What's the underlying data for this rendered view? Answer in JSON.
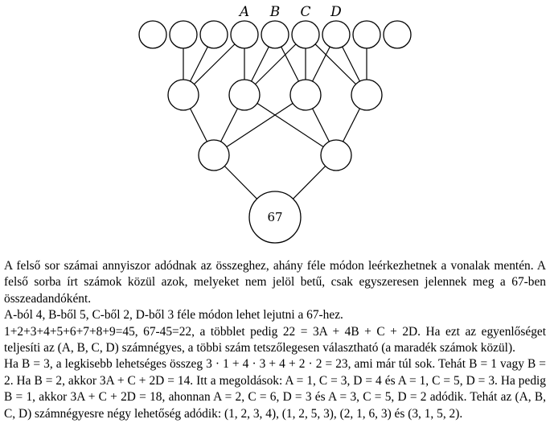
{
  "diagram": {
    "top_labels": [
      "A",
      "B",
      "C",
      "D"
    ],
    "root_value": "67"
  },
  "text": {
    "intro": "A felső sor számai annyiszor adódnak az összeghez, ahány féle módon leérkezhetnek a vonalak mentén. A felső sorba írt számok közül azok, melyeket nem jelöl betű, csak egyszeresen jelennek meg a 67-ben összeadandóként.",
    "paths": "A-ból 4, B-ből 5, C-ből 2, D-ből 3 féle módon lehet lejutni a 67-hez.",
    "equation": "1+2+3+4+5+6+7+8+9=45, 67-45=22, a többlet pedig 22 = 3A + 4B + C + 2D. Ha ezt az egyenlőséget teljesíti az (A, B, C, D) számnégyes, a többi szám tetszőlegesen választható (a maradék számok közül).",
    "solution": "Ha B = 3, a legkisebb lehetséges összeg 3 · 1 + 4 · 3 + 4 + 2 · 2 = 23, ami már túl sok. Tehát B = 1 vagy B = 2. Ha B = 2, akkor 3A + C + 2D = 14. Itt a megoldások: A = 1, C = 3, D = 4 és A = 1, C = 5, D = 3. Ha pedig B = 1, akkor 3A + C + 2D = 18, ahonnan A = 2, C = 6, D = 3 és A = 3, C = 5, D = 2 adódik. Tehát az (A, B, C, D) számnégyesre négy lehetőség adódik: (1, 2, 3, 4), (1, 2, 5, 3), (2, 1, 6, 3) és (3, 1, 5, 2)."
  }
}
